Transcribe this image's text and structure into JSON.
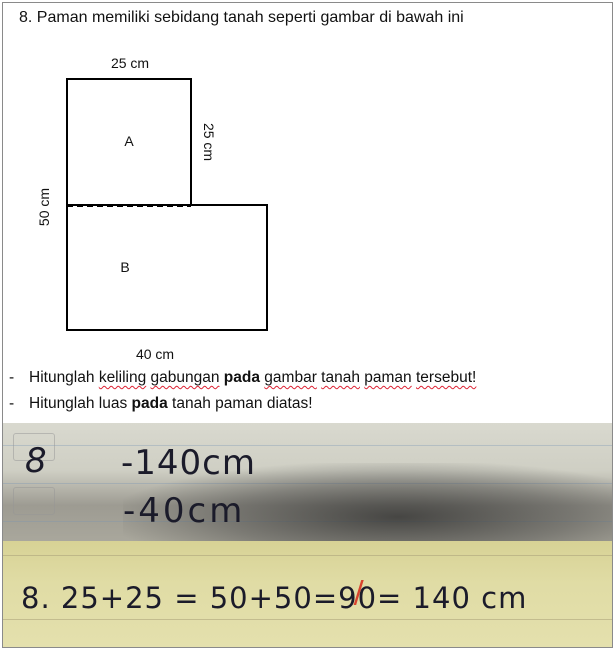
{
  "question": {
    "number": "8.",
    "text": "Paman memiliki sebidang tanah seperti gambar di bawah ini"
  },
  "diagram": {
    "top_label": "25 cm",
    "right_label": "25 cm",
    "left_label": "50 cm",
    "bottom_label": "40 cm",
    "region_a": "A",
    "region_b": "B"
  },
  "tasks": {
    "task1": {
      "dash": "-",
      "before": "Hitunglah",
      "word1": "keliling",
      "word2": "gabungan",
      "bold": "pada",
      "word3": "gambar",
      "word4": "tanah",
      "word5": "paman",
      "word6": "tersebut!"
    },
    "task2": {
      "dash": "-",
      "before": "Hitunglah luas",
      "bold": "pada",
      "after": "tanah paman diatas!"
    }
  },
  "answer1": {
    "number": "8",
    "line1": "-140cm",
    "line2": "-40cm"
  },
  "answer2": {
    "text_left": "8. 25+25 = 50+50=9",
    "struck": "0",
    "text_right": "= 140  cm"
  }
}
